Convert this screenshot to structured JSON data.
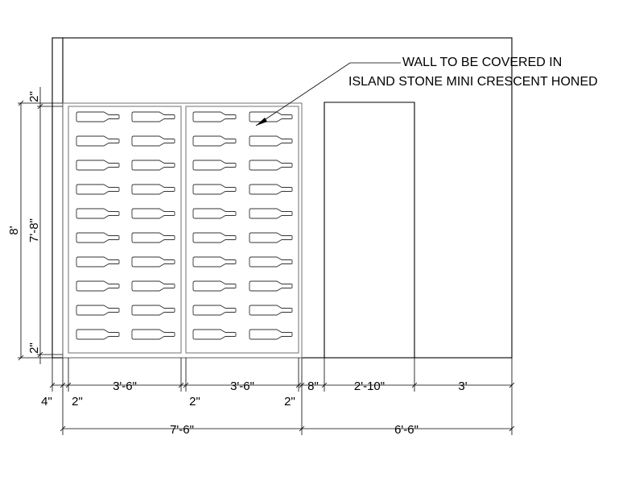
{
  "note": {
    "line1": "WALL TO BE COVERED IN",
    "line2": "ISLAND STONE MINI CRESCENT HONED"
  },
  "dimensions": {
    "top_gap": "2\"",
    "bottom_gap": "2\"",
    "rack_height": "7'-8\"",
    "wall_height": "8'",
    "left_offset": "4\"",
    "panel_left_width": "3'-6\"",
    "panel_right_width": "3'-6\"",
    "gap_left": "2\"",
    "gap_mid": "2\"",
    "gap_right": "2\"",
    "door_offset": "8\"",
    "door_width": "2'-10\"",
    "right_wall": "3'",
    "rack_total": "7'-6\"",
    "right_total": "6'-6\""
  },
  "rack": {
    "panels": 2,
    "columns_per_panel": 2,
    "rows": 10
  }
}
